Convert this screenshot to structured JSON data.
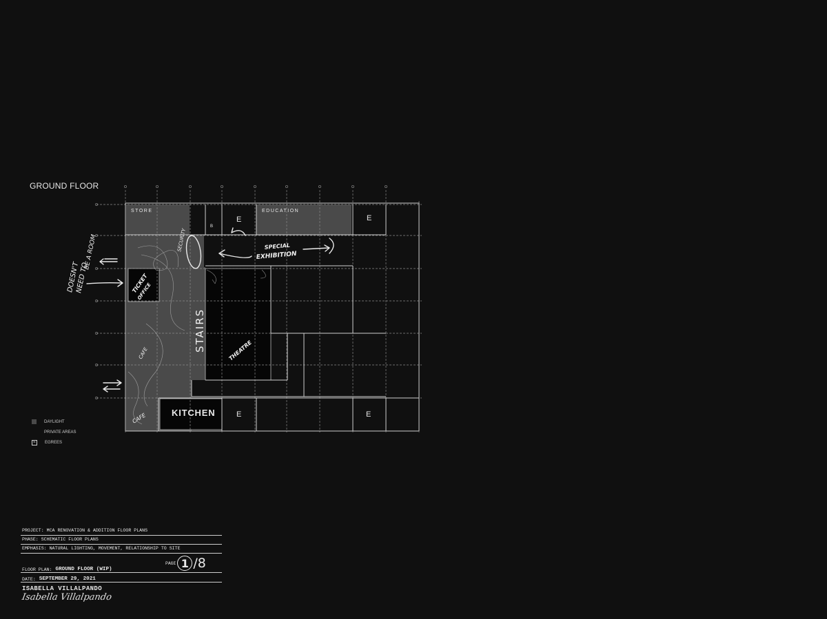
{
  "plan": {
    "title": "GROUND FLOOR",
    "rooms": {
      "store": "STORE",
      "b": "B",
      "e_top_1": "E",
      "education": "EDUCATION",
      "e_top_2": "E",
      "kitchen": "KITCHEN",
      "e_bottom_1": "E",
      "e_bottom_2": "E"
    },
    "sketch_labels": {
      "security": "SECURITY",
      "special_exhibition_1": "SPECIAL",
      "special_exhibition_2": "EXHIBITION",
      "ticket_1": "TICKET",
      "ticket_2": "OFFICE",
      "stairs": "STAIRS",
      "theatre": "THEATRE",
      "cafe_1": "CAFE",
      "cafe_2": "CAFE",
      "note_1": "DOESN'T",
      "note_2": "NEED TO",
      "note_3": "BE A ROOM"
    }
  },
  "legend": [
    {
      "key": "daylight",
      "label": "DAYLIGHT"
    },
    {
      "key": "private",
      "label": "PRIVATE AREAS"
    },
    {
      "key": "egress",
      "label": "EGREES",
      "symbol": "E"
    }
  ],
  "title_block": {
    "project_label": "PROJECT:",
    "project": "MCA RENOVATION & ADDITION FLOOR PLANS",
    "phase_label": "PHASE:",
    "phase": "SCHEMATIC FLOOR PLANS",
    "emphasis_label": "EMPHASIS:",
    "emphasis": "NATURAL LIGHTING, MOVEMENT, RELATIONSHIP TO SITE",
    "floor_plan_label": "FLOOR PLAN:",
    "floor_plan": "GROUND FLOOR (WIP)",
    "page_label": "PAGE",
    "page_number": "1",
    "page_total": "/8",
    "date_label": "DATE:",
    "date": "SEPTEMBER 29, 2021",
    "author": "ISABELLA VILLALPANDO",
    "signature": "Isabella Villalpando"
  },
  "colors": {
    "background": "#101010",
    "daylight": "#4a4a4a",
    "line": "#cfcfcf"
  }
}
